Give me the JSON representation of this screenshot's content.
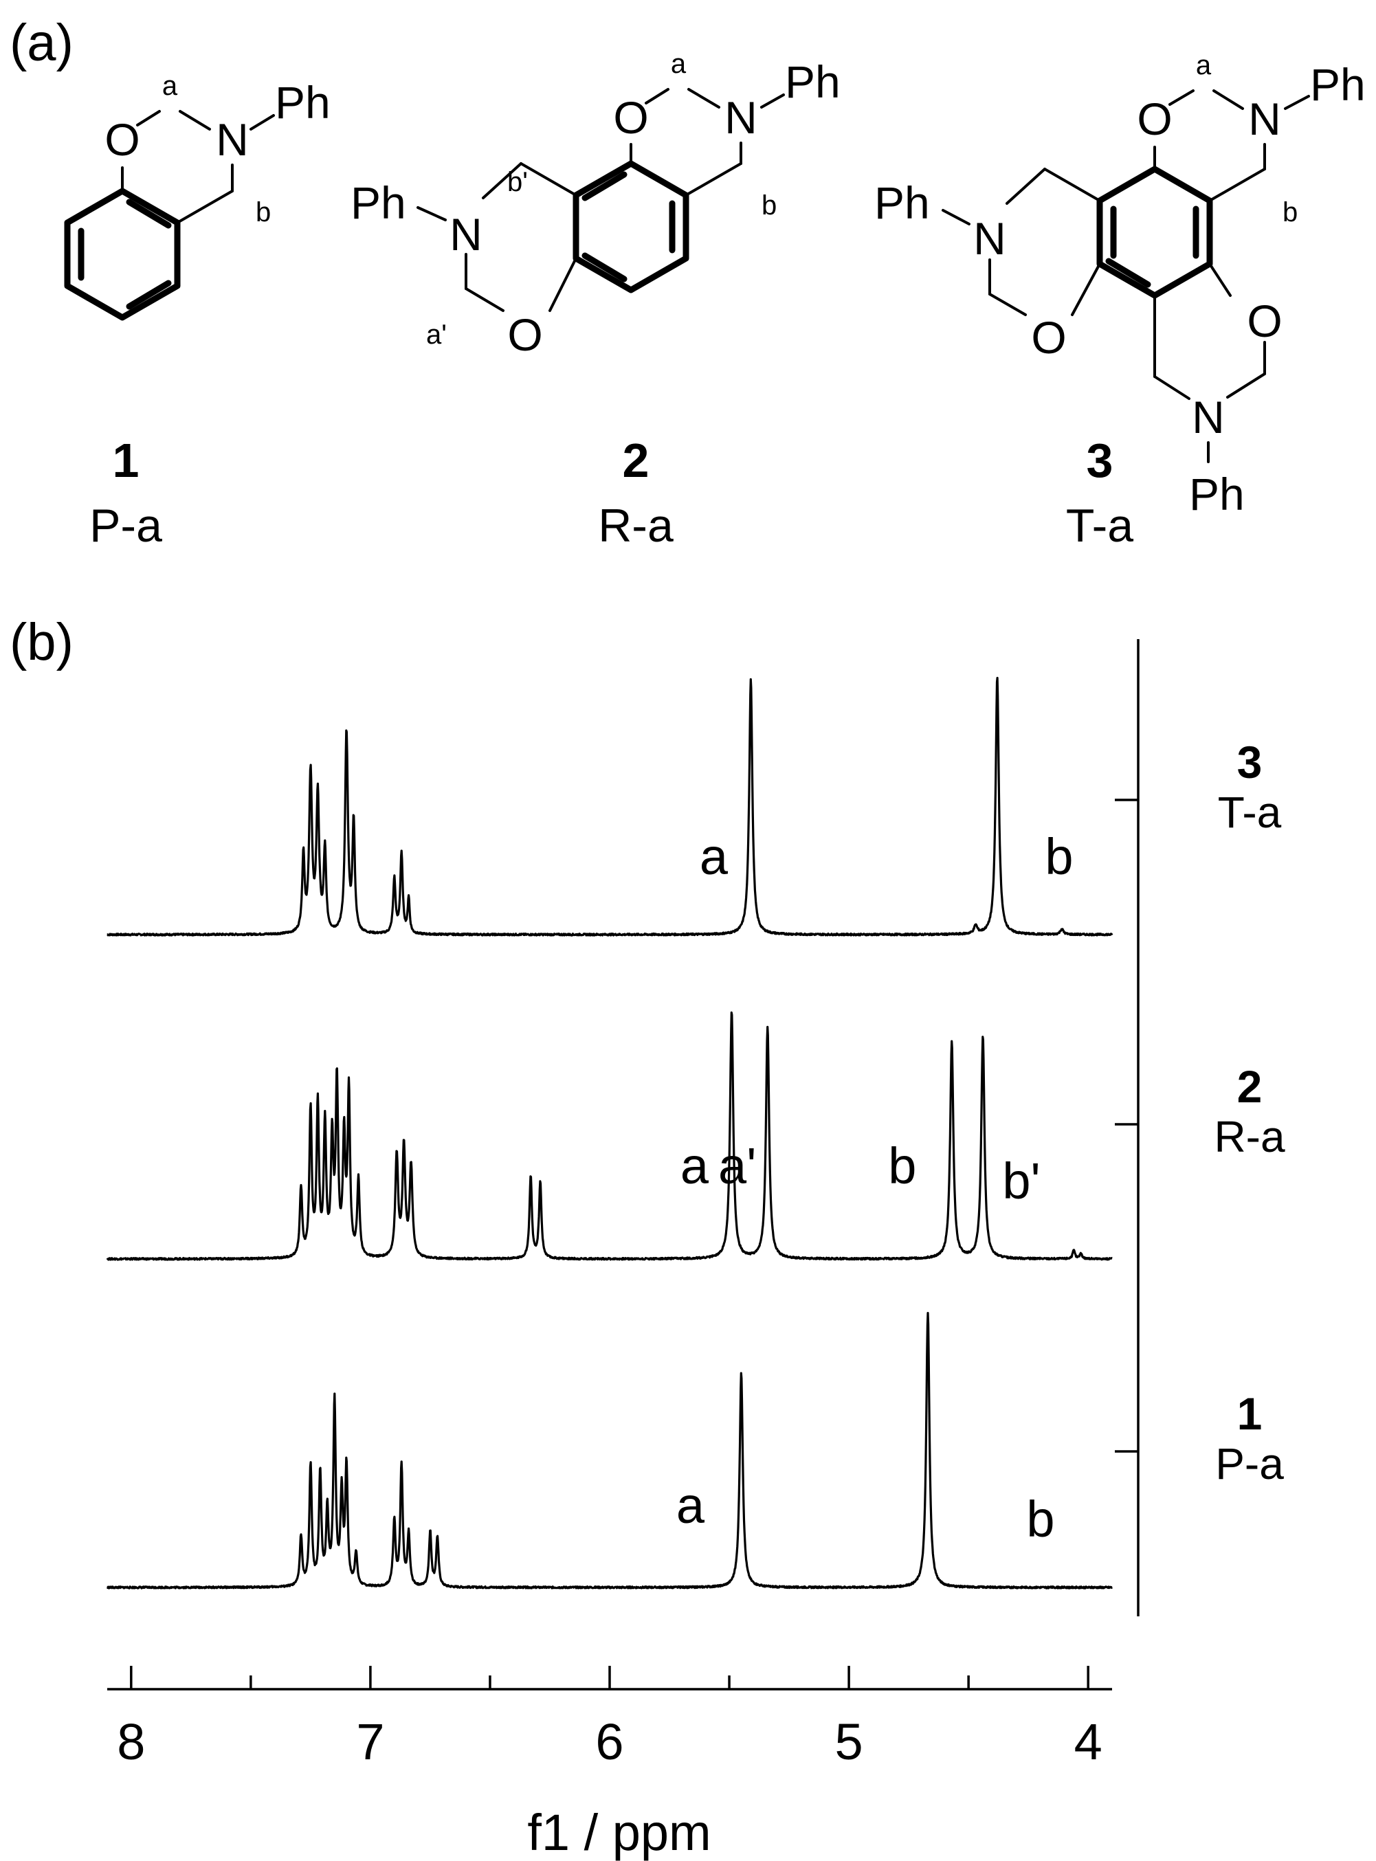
{
  "panel_a_label": "(a)",
  "panel_b_label": "(b)",
  "atoms": {
    "O": "O",
    "N": "N",
    "Ph": "Ph",
    "a": "a",
    "b": "b",
    "a_prime": "a'",
    "b_prime": "b'"
  },
  "compounds": [
    {
      "number": "1",
      "name": "P-a"
    },
    {
      "number": "2",
      "name": "R-a"
    },
    {
      "number": "3",
      "name": "T-a"
    }
  ],
  "chart_data": {
    "type": "line",
    "xlabel": "f1 / ppm",
    "ylabel": "",
    "xlim": [
      8.1,
      3.9
    ],
    "x_ticks": [
      8,
      7,
      6,
      5,
      4
    ],
    "x_axis_reversed": true,
    "series": [
      {
        "name": "3 T-a",
        "number": "3",
        "label": "T-a",
        "peak_labels": [
          {
            "text": "a",
            "ppm": 5.41
          },
          {
            "text": "b",
            "ppm": 4.38
          }
        ],
        "peaks": [
          {
            "ppm": 7.28,
            "h": 0.28,
            "w": 0.006
          },
          {
            "ppm": 7.25,
            "h": 0.58,
            "w": 0.007
          },
          {
            "ppm": 7.22,
            "h": 0.5,
            "w": 0.007
          },
          {
            "ppm": 7.19,
            "h": 0.3,
            "w": 0.006
          },
          {
            "ppm": 7.1,
            "h": 0.73,
            "w": 0.007
          },
          {
            "ppm": 7.07,
            "h": 0.4,
            "w": 0.006
          },
          {
            "ppm": 6.9,
            "h": 0.2,
            "w": 0.006
          },
          {
            "ppm": 6.87,
            "h": 0.29,
            "w": 0.006
          },
          {
            "ppm": 6.84,
            "h": 0.13,
            "w": 0.005
          },
          {
            "ppm": 5.41,
            "h": 0.93,
            "w": 0.008
          },
          {
            "ppm": 4.47,
            "h": 0.03,
            "w": 0.008
          },
          {
            "ppm": 4.38,
            "h": 0.94,
            "w": 0.008
          },
          {
            "ppm": 4.11,
            "h": 0.02,
            "w": 0.008
          }
        ]
      },
      {
        "name": "2 R-a",
        "number": "2",
        "label": "R-a",
        "peak_labels": [
          {
            "text": "a",
            "ppm": 5.49
          },
          {
            "text": "a'",
            "ppm": 5.34
          },
          {
            "text": "b",
            "ppm": 4.57
          },
          {
            "text": "b'",
            "ppm": 4.44
          }
        ],
        "peaks": [
          {
            "ppm": 7.29,
            "h": 0.25,
            "w": 0.006
          },
          {
            "ppm": 7.25,
            "h": 0.53,
            "w": 0.006
          },
          {
            "ppm": 7.22,
            "h": 0.55,
            "w": 0.006
          },
          {
            "ppm": 7.19,
            "h": 0.48,
            "w": 0.006
          },
          {
            "ppm": 7.16,
            "h": 0.42,
            "w": 0.006
          },
          {
            "ppm": 7.14,
            "h": 0.63,
            "w": 0.006
          },
          {
            "ppm": 7.11,
            "h": 0.43,
            "w": 0.006
          },
          {
            "ppm": 7.09,
            "h": 0.6,
            "w": 0.006
          },
          {
            "ppm": 7.05,
            "h": 0.28,
            "w": 0.006
          },
          {
            "ppm": 6.89,
            "h": 0.37,
            "w": 0.007
          },
          {
            "ppm": 6.86,
            "h": 0.4,
            "w": 0.007
          },
          {
            "ppm": 6.83,
            "h": 0.33,
            "w": 0.007
          },
          {
            "ppm": 6.33,
            "h": 0.3,
            "w": 0.006
          },
          {
            "ppm": 6.29,
            "h": 0.28,
            "w": 0.006
          },
          {
            "ppm": 5.49,
            "h": 0.9,
            "w": 0.008
          },
          {
            "ppm": 5.34,
            "h": 0.84,
            "w": 0.008
          },
          {
            "ppm": 4.57,
            "h": 0.79,
            "w": 0.008
          },
          {
            "ppm": 4.44,
            "h": 0.81,
            "w": 0.008
          },
          {
            "ppm": 4.06,
            "h": 0.03,
            "w": 0.006
          },
          {
            "ppm": 4.03,
            "h": 0.02,
            "w": 0.006
          }
        ]
      },
      {
        "name": "1 P-a",
        "number": "1",
        "label": "P-a",
        "peak_labels": [
          {
            "text": "a",
            "ppm": 5.45
          },
          {
            "text": "b",
            "ppm": 4.67
          }
        ],
        "peaks": [
          {
            "ppm": 7.29,
            "h": 0.18,
            "w": 0.006
          },
          {
            "ppm": 7.25,
            "h": 0.44,
            "w": 0.006
          },
          {
            "ppm": 7.21,
            "h": 0.41,
            "w": 0.006
          },
          {
            "ppm": 7.18,
            "h": 0.27,
            "w": 0.006
          },
          {
            "ppm": 7.15,
            "h": 0.67,
            "w": 0.006
          },
          {
            "ppm": 7.12,
            "h": 0.33,
            "w": 0.006
          },
          {
            "ppm": 7.1,
            "h": 0.43,
            "w": 0.006
          },
          {
            "ppm": 7.06,
            "h": 0.12,
            "w": 0.006
          },
          {
            "ppm": 6.9,
            "h": 0.24,
            "w": 0.006
          },
          {
            "ppm": 6.87,
            "h": 0.44,
            "w": 0.006
          },
          {
            "ppm": 6.84,
            "h": 0.19,
            "w": 0.006
          },
          {
            "ppm": 6.75,
            "h": 0.2,
            "w": 0.006
          },
          {
            "ppm": 6.72,
            "h": 0.18,
            "w": 0.006
          },
          {
            "ppm": 5.45,
            "h": 0.78,
            "w": 0.008
          },
          {
            "ppm": 4.67,
            "h": 1.0,
            "w": 0.008
          }
        ]
      }
    ]
  }
}
